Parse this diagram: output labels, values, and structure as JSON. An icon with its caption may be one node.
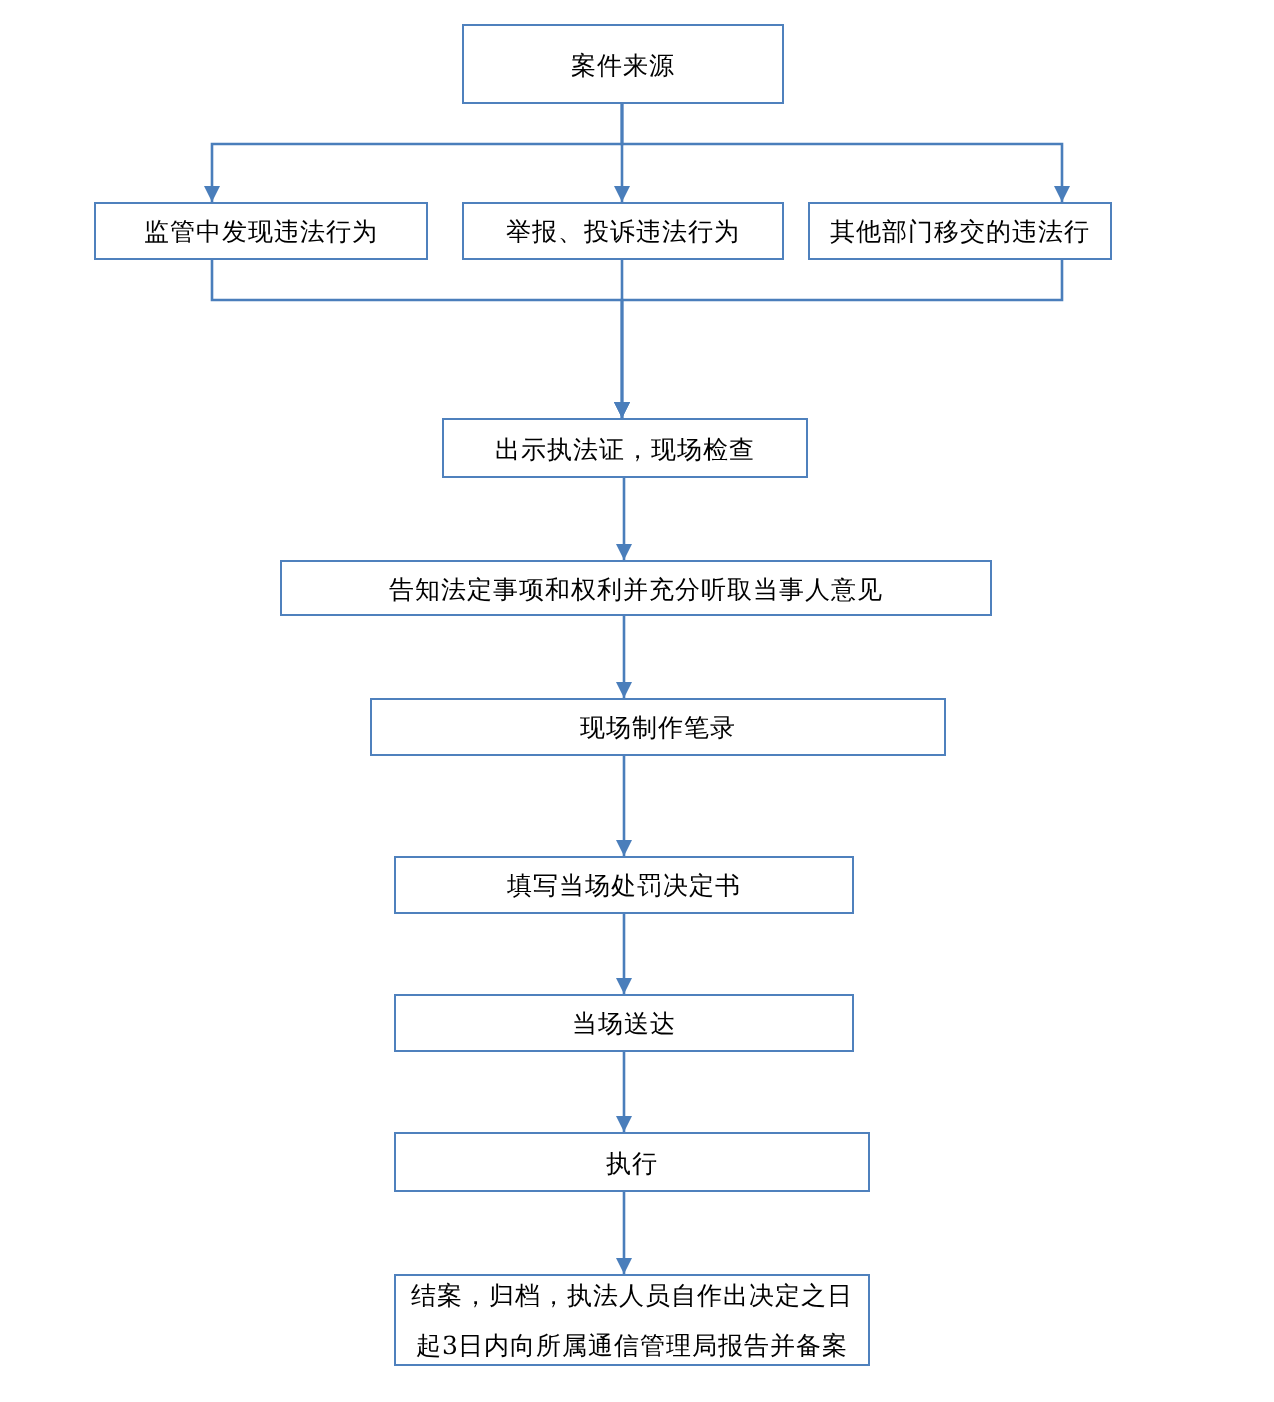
{
  "diagram": {
    "nodes": [
      {
        "text": [
          "案件来源"
        ]
      },
      {
        "text": [
          "监管中发现违法行为"
        ]
      },
      {
        "text": [
          "举报、投诉违法行为"
        ]
      },
      {
        "text": [
          "其他部门移交的违法行"
        ]
      },
      {
        "text": [
          "出示执法证，现场检查"
        ]
      },
      {
        "text": [
          "告知法定事项和权利并充分听取当事人意见"
        ]
      },
      {
        "text": [
          "现场制作笔录"
        ]
      },
      {
        "text": [
          "填写当场处罚决定书"
        ]
      },
      {
        "text": [
          "当场送达"
        ]
      },
      {
        "text": [
          "执行"
        ]
      },
      {
        "text": [
          "结案，归档，执法人员自作出决定之日起3日内向所属通信管理局报告并备案"
        ]
      }
    ],
    "edges": [
      {
        "from": 0,
        "to": 1,
        "arrow": "to"
      },
      {
        "from": 0,
        "to": 2,
        "arrow": "to"
      },
      {
        "from": 0,
        "to": 3,
        "arrow": "to"
      },
      {
        "from": 1,
        "to": 4,
        "arrow": "to"
      },
      {
        "from": 2,
        "to": 4,
        "arrow": "to"
      },
      {
        "from": 3,
        "to": 4,
        "arrow": "to"
      },
      {
        "from": 4,
        "to": 5,
        "arrow": "to"
      },
      {
        "from": 5,
        "to": 6,
        "arrow": "to"
      },
      {
        "from": 6,
        "to": 7,
        "arrow": "to"
      },
      {
        "from": 7,
        "to": 8,
        "arrow": "to"
      },
      {
        "from": 8,
        "to": 9,
        "arrow": "to"
      },
      {
        "from": 9,
        "to": 10,
        "arrow": "to"
      }
    ]
  }
}
